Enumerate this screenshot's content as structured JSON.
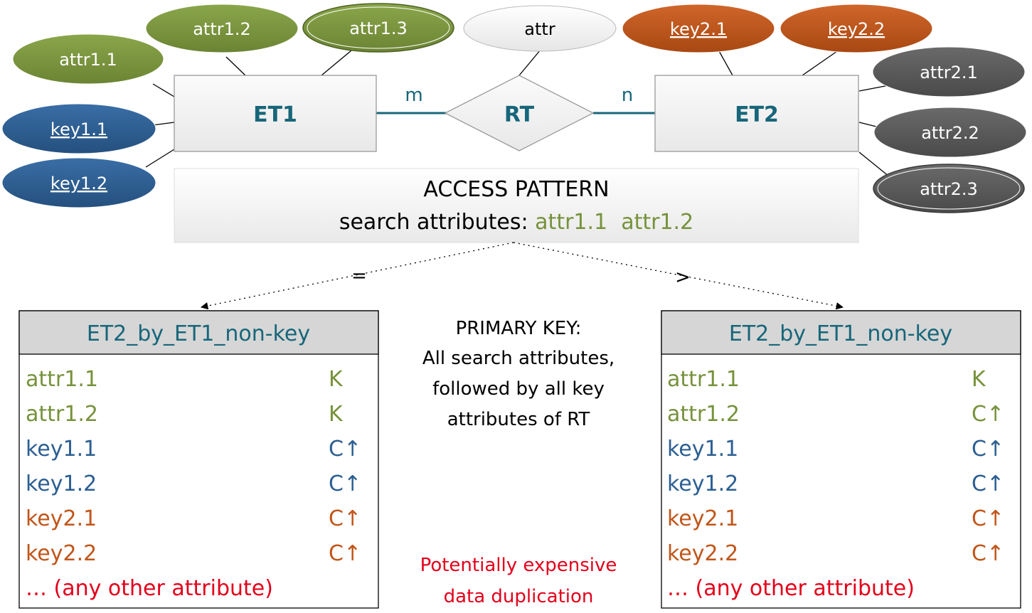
{
  "colors": {
    "green": "#77923c",
    "blue": "#2c5f92",
    "orange": "#c0561a",
    "gray": "#5a5a5a",
    "teal": "#17667a",
    "red": "#e3001b"
  },
  "entities": {
    "et1": "ET1",
    "et2": "ET2",
    "relationship": "RT",
    "card_m": "m",
    "card_n": "n"
  },
  "attributes": {
    "et1": {
      "attr1_1": "attr1.1",
      "attr1_2": "attr1.2",
      "attr1_3": "attr1.3",
      "key1_1": "key1.1",
      "key1_2": "key1.2"
    },
    "rt": {
      "attr": "attr"
    },
    "et2": {
      "key2_1": "key2.1",
      "key2_2": "key2.2",
      "attr2_1": "attr2.1",
      "attr2_2": "attr2.2",
      "attr2_3": "attr2.3"
    }
  },
  "access_pattern": {
    "title": "ACCESS PATTERN",
    "prefix": "search attributes:",
    "attrs": "attr1.1  attr1.2",
    "op_left": "=",
    "op_right": ">"
  },
  "middle_note": {
    "line1": "PRIMARY KEY:",
    "line2": "All search attributes,",
    "line3": "followed by all key",
    "line4": "attributes of RT"
  },
  "warning": {
    "line1": "Potentially expensive",
    "line2": "data duplication"
  },
  "tables": [
    {
      "title": "ET2_by_ET1_non-key",
      "rows": [
        {
          "name": "attr1.1",
          "mark": "K"
        },
        {
          "name": "attr1.2",
          "mark": "K"
        },
        {
          "name": "key1.1",
          "mark": "C↑"
        },
        {
          "name": "key1.2",
          "mark": "C↑"
        },
        {
          "name": "key2.1",
          "mark": "C↑"
        },
        {
          "name": "key2.2",
          "mark": "C↑"
        },
        {
          "name": "… (any other attribute)",
          "mark": ""
        }
      ]
    },
    {
      "title": "ET2_by_ET1_non-key",
      "rows": [
        {
          "name": "attr1.1",
          "mark": "K"
        },
        {
          "name": "attr1.2",
          "mark": "C↑"
        },
        {
          "name": "key1.1",
          "mark": "C↑"
        },
        {
          "name": "key1.2",
          "mark": "C↑"
        },
        {
          "name": "key2.1",
          "mark": "C↑"
        },
        {
          "name": "key2.2",
          "mark": "C↑"
        },
        {
          "name": "… (any other attribute)",
          "mark": ""
        }
      ]
    }
  ]
}
